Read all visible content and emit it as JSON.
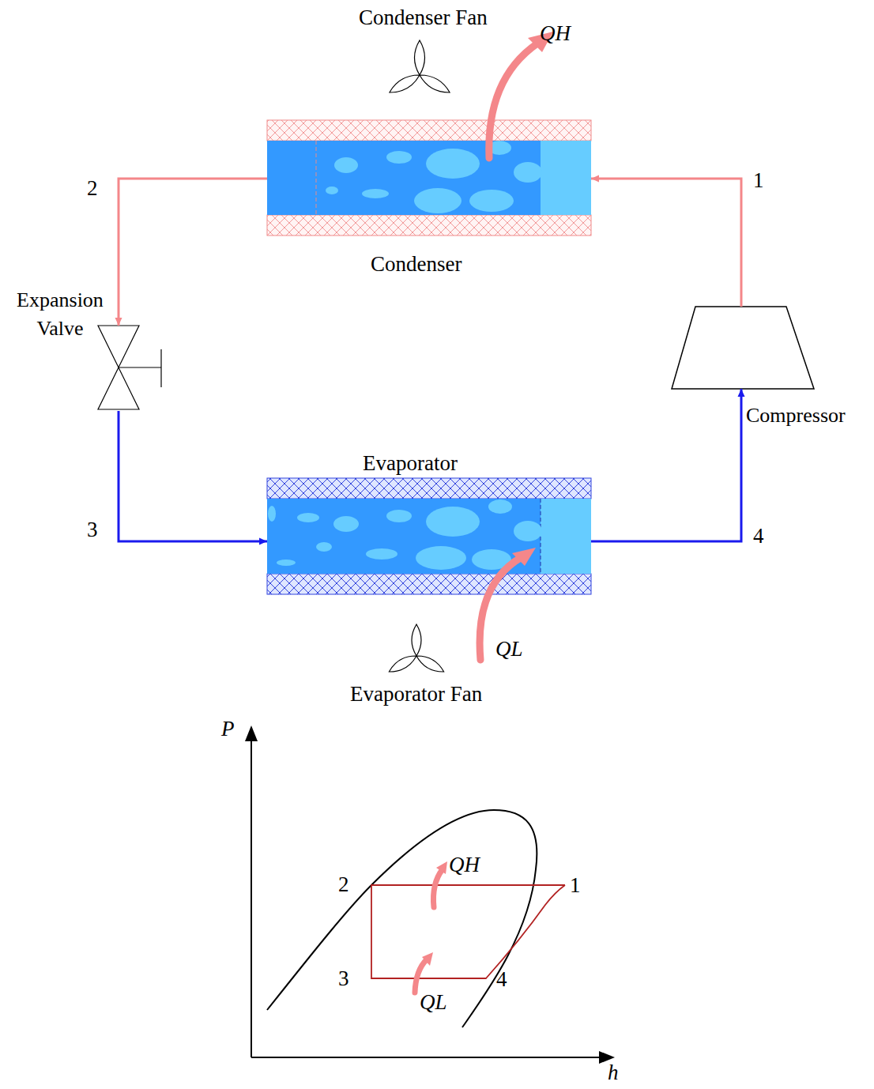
{
  "diagram": {
    "nodes": [
      {
        "text": [
          "Condenser"
        ]
      },
      {
        "text": [
          "Expansion Valve"
        ]
      },
      {
        "text": [
          "Compressor"
        ]
      },
      {
        "text": [
          "Evaporator"
        ]
      }
    ],
    "edges": [
      {
        "from": 2,
        "to": 0,
        "arrow": "to",
        "label": "1"
      },
      {
        "from": 0,
        "to": 1,
        "arrow": "to",
        "label": "2"
      },
      {
        "from": 1,
        "to": 3,
        "arrow": "to",
        "label": "3"
      },
      {
        "from": 3,
        "to": 2,
        "arrow": "to",
        "label": "4"
      }
    ],
    "labels": [
      "Condenser Fan",
      "QH",
      "QL",
      "Evaporator Fan",
      "P",
      "h",
      "2",
      "1",
      "3",
      "4",
      "QH",
      "QL"
    ]
  }
}
